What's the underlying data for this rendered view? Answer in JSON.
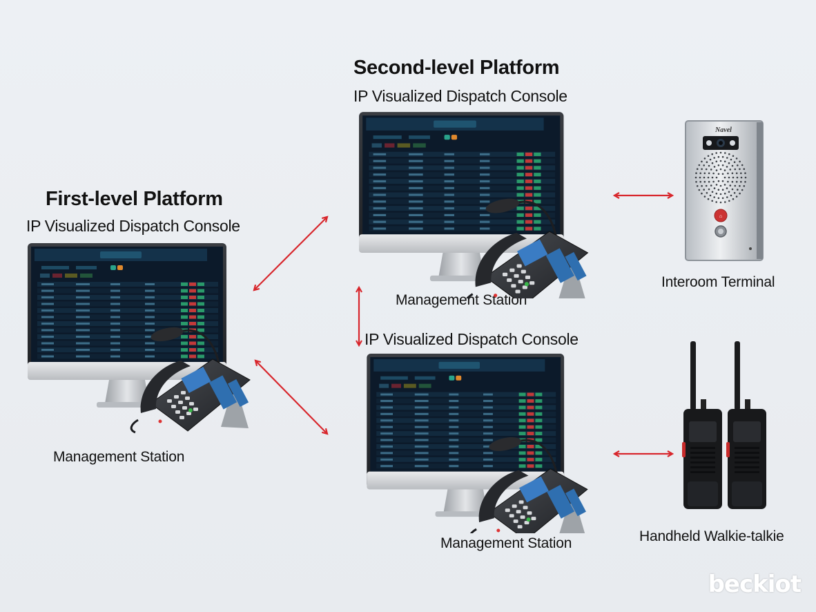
{
  "first_level": {
    "title": "First-level Platform",
    "subtitle": "IP Visualized Dispatch Console",
    "station_label": "Management Station"
  },
  "second_level": {
    "title": "Second-level Platform",
    "subtitle": "IP Visualized Dispatch Console",
    "station_label": "Management Station"
  },
  "third_console": {
    "subtitle": "IP Visualized Dispatch Console",
    "station_label": "Management Station"
  },
  "devices": {
    "intercom_label": "Interoom Terminal",
    "intercom_brand": "Navel",
    "walkie_label": "Handheld Walkie-talkie"
  },
  "watermark": "beckiot",
  "colors": {
    "arrow": "#d8262c",
    "screen_bg": "#0c1a2a",
    "screen_header": "#14324a"
  }
}
